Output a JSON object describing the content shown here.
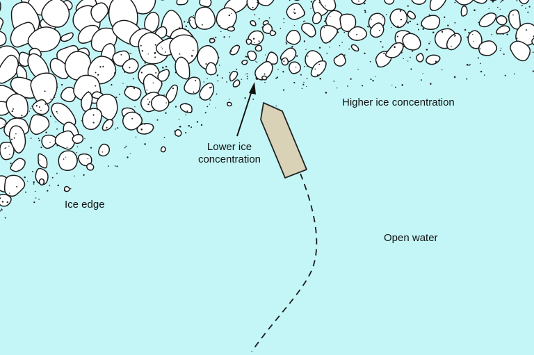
{
  "labels": {
    "lower_line1": "Lower ice",
    "lower_line2": "concentration",
    "higher": "Higher ice concentration",
    "ice_edge": "Ice edge",
    "open_water": "Open water"
  },
  "colors": {
    "water": "#c4f6f7",
    "ice_fill": "#ffffff",
    "ice_stroke": "#1a1a1a",
    "ship_fill": "#d9d2b6",
    "ship_stroke": "#222222"
  }
}
